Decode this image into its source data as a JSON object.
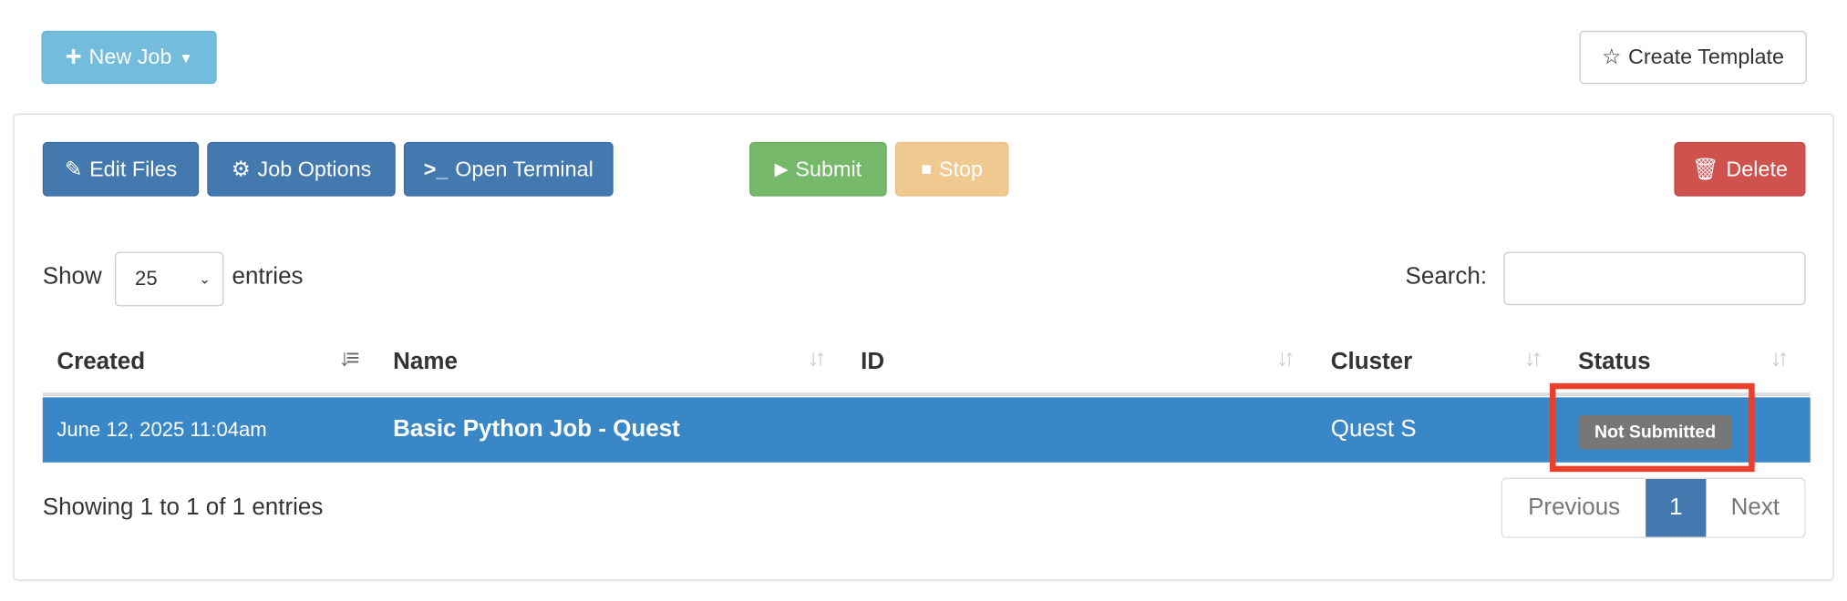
{
  "toolbar_top": {
    "new_job_label": "New Job",
    "create_template_label": "Create Template"
  },
  "actions": {
    "edit_files": "Edit Files",
    "job_options": "Job Options",
    "open_terminal": "Open Terminal",
    "submit": "Submit",
    "stop": "Stop",
    "delete": "Delete"
  },
  "length": {
    "show": "Show",
    "value": "25",
    "entries": "entries"
  },
  "search": {
    "label": "Search:",
    "value": ""
  },
  "table": {
    "columns": [
      "Created",
      "Name",
      "ID",
      "Cluster",
      "Status"
    ],
    "rows": [
      {
        "created": "June 12, 2025 11:04am",
        "name": "Basic Python Job - Quest",
        "id": "",
        "cluster": "Quest S",
        "status": "Not Submitted"
      }
    ]
  },
  "info": "Showing 1 to 1 of 1 entries",
  "pagination": {
    "previous": "Previous",
    "current": "1",
    "next": "Next"
  },
  "colors": {
    "primary": "#4479b0",
    "row_selected": "#3a87c8",
    "info": "#73bcdc",
    "success": "#77b96b",
    "warning": "#f0c990",
    "danger": "#cf524e",
    "highlight": "#e8402a",
    "badge": "#777777"
  }
}
